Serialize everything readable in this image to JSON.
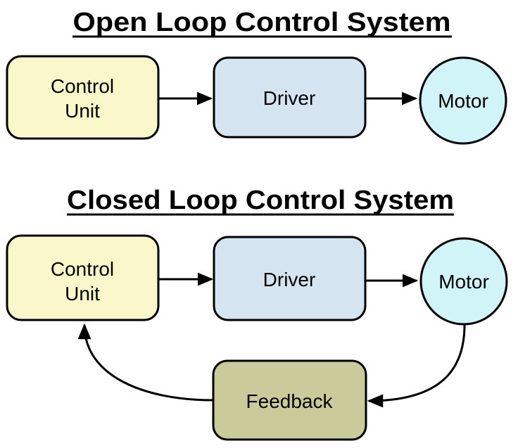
{
  "diagram_type": "block-diagram",
  "colors": {
    "background": "#FFFFFF",
    "stroke": "#000000",
    "control_unit_fill": "#FAF7CB",
    "driver_fill": "#D4E4F1",
    "motor_fill": "#D0F4F8",
    "feedback_fill": "#CACA9A"
  },
  "open_loop": {
    "title": "Open Loop Control System",
    "nodes": {
      "control_unit_line1": "Control",
      "control_unit_line2": "Unit",
      "driver": "Driver",
      "motor": "Motor"
    },
    "edges": [
      {
        "from": "Control Unit",
        "to": "Driver",
        "style": "straight-arrow"
      },
      {
        "from": "Driver",
        "to": "Motor",
        "style": "straight-arrow"
      }
    ]
  },
  "closed_loop": {
    "title": "Closed Loop Control System",
    "nodes": {
      "control_unit_line1": "Control",
      "control_unit_line2": "Unit",
      "driver": "Driver",
      "motor": "Motor",
      "feedback": "Feedback"
    },
    "edges": [
      {
        "from": "Control Unit",
        "to": "Driver",
        "style": "straight-arrow"
      },
      {
        "from": "Driver",
        "to": "Motor",
        "style": "straight-arrow"
      },
      {
        "from": "Motor",
        "to": "Feedback",
        "style": "curved-arrow"
      },
      {
        "from": "Feedback",
        "to": "Control Unit",
        "style": "curved-arrow"
      }
    ]
  }
}
